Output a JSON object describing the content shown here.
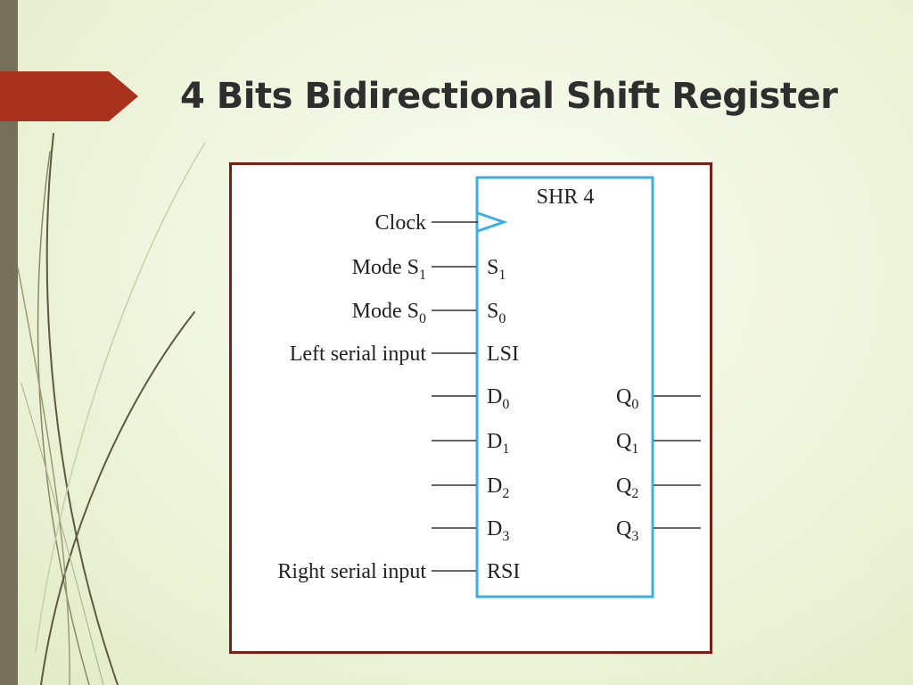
{
  "slide": {
    "title": "4 Bits Bidirectional Shift Register",
    "accent_color": "#a8321c",
    "frame_color": "#7a1f14"
  },
  "diagram": {
    "block": {
      "title": "SHR 4",
      "border_color": "#3ab0e2"
    },
    "external_inputs": {
      "clock": "Clock",
      "mode_s1": {
        "text": "Mode S",
        "sub": "1"
      },
      "mode_s0": {
        "text": "Mode S",
        "sub": "0"
      },
      "lsi": "Left serial input",
      "rsi": "Right serial input"
    },
    "pins_left": {
      "s1": {
        "text": "S",
        "sub": "1"
      },
      "s0": {
        "text": "S",
        "sub": "0"
      },
      "lsi": "LSI",
      "d0": {
        "text": "D",
        "sub": "0"
      },
      "d1": {
        "text": "D",
        "sub": "1"
      },
      "d2": {
        "text": "D",
        "sub": "2"
      },
      "d3": {
        "text": "D",
        "sub": "3"
      },
      "rsi": "RSI"
    },
    "pins_right": {
      "q0": {
        "text": "Q",
        "sub": "0"
      },
      "q1": {
        "text": "Q",
        "sub": "1"
      },
      "q2": {
        "text": "Q",
        "sub": "2"
      },
      "q3": {
        "text": "Q",
        "sub": "3"
      }
    }
  }
}
